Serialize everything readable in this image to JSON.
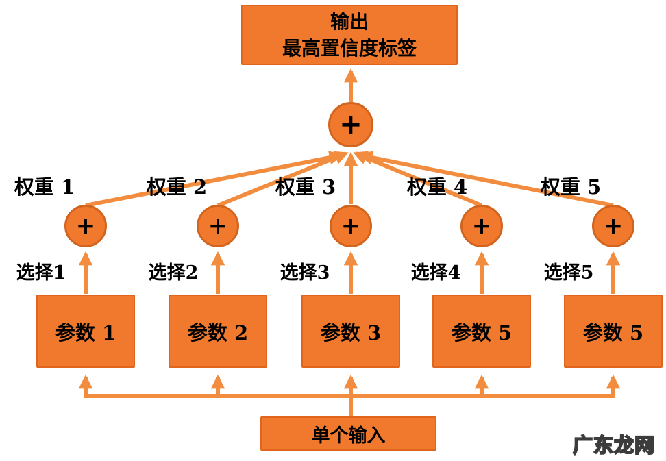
{
  "diagram": {
    "output_box": {
      "line1": "输出",
      "line2": "最高置信度标签"
    },
    "aggregator": {
      "symbol": "+"
    },
    "branches": [
      {
        "weight_label": "权重 1",
        "op_symbol": "+",
        "select_label": "选择1",
        "param_label": "参数 1"
      },
      {
        "weight_label": "权重 2",
        "op_symbol": "+",
        "select_label": "选择2",
        "param_label": "参数 2"
      },
      {
        "weight_label": "权重 3",
        "op_symbol": "+",
        "select_label": "选择3",
        "param_label": "参数 3"
      },
      {
        "weight_label": "权重 4",
        "op_symbol": "+",
        "select_label": "选择4",
        "param_label": "参数 5"
      },
      {
        "weight_label": "权重 5",
        "op_symbol": "+",
        "select_label": "选择5",
        "param_label": "参数 5"
      }
    ],
    "input_box": {
      "label": "单个输入"
    },
    "watermark": {
      "text": "广东龙网"
    },
    "colors": {
      "shape_fill": "#F0792E",
      "shape_border": "#E2651E",
      "circle_border": "#D2641E",
      "connector": "#F28C3E",
      "text": "#000000",
      "background": "#FFFFFF"
    }
  }
}
